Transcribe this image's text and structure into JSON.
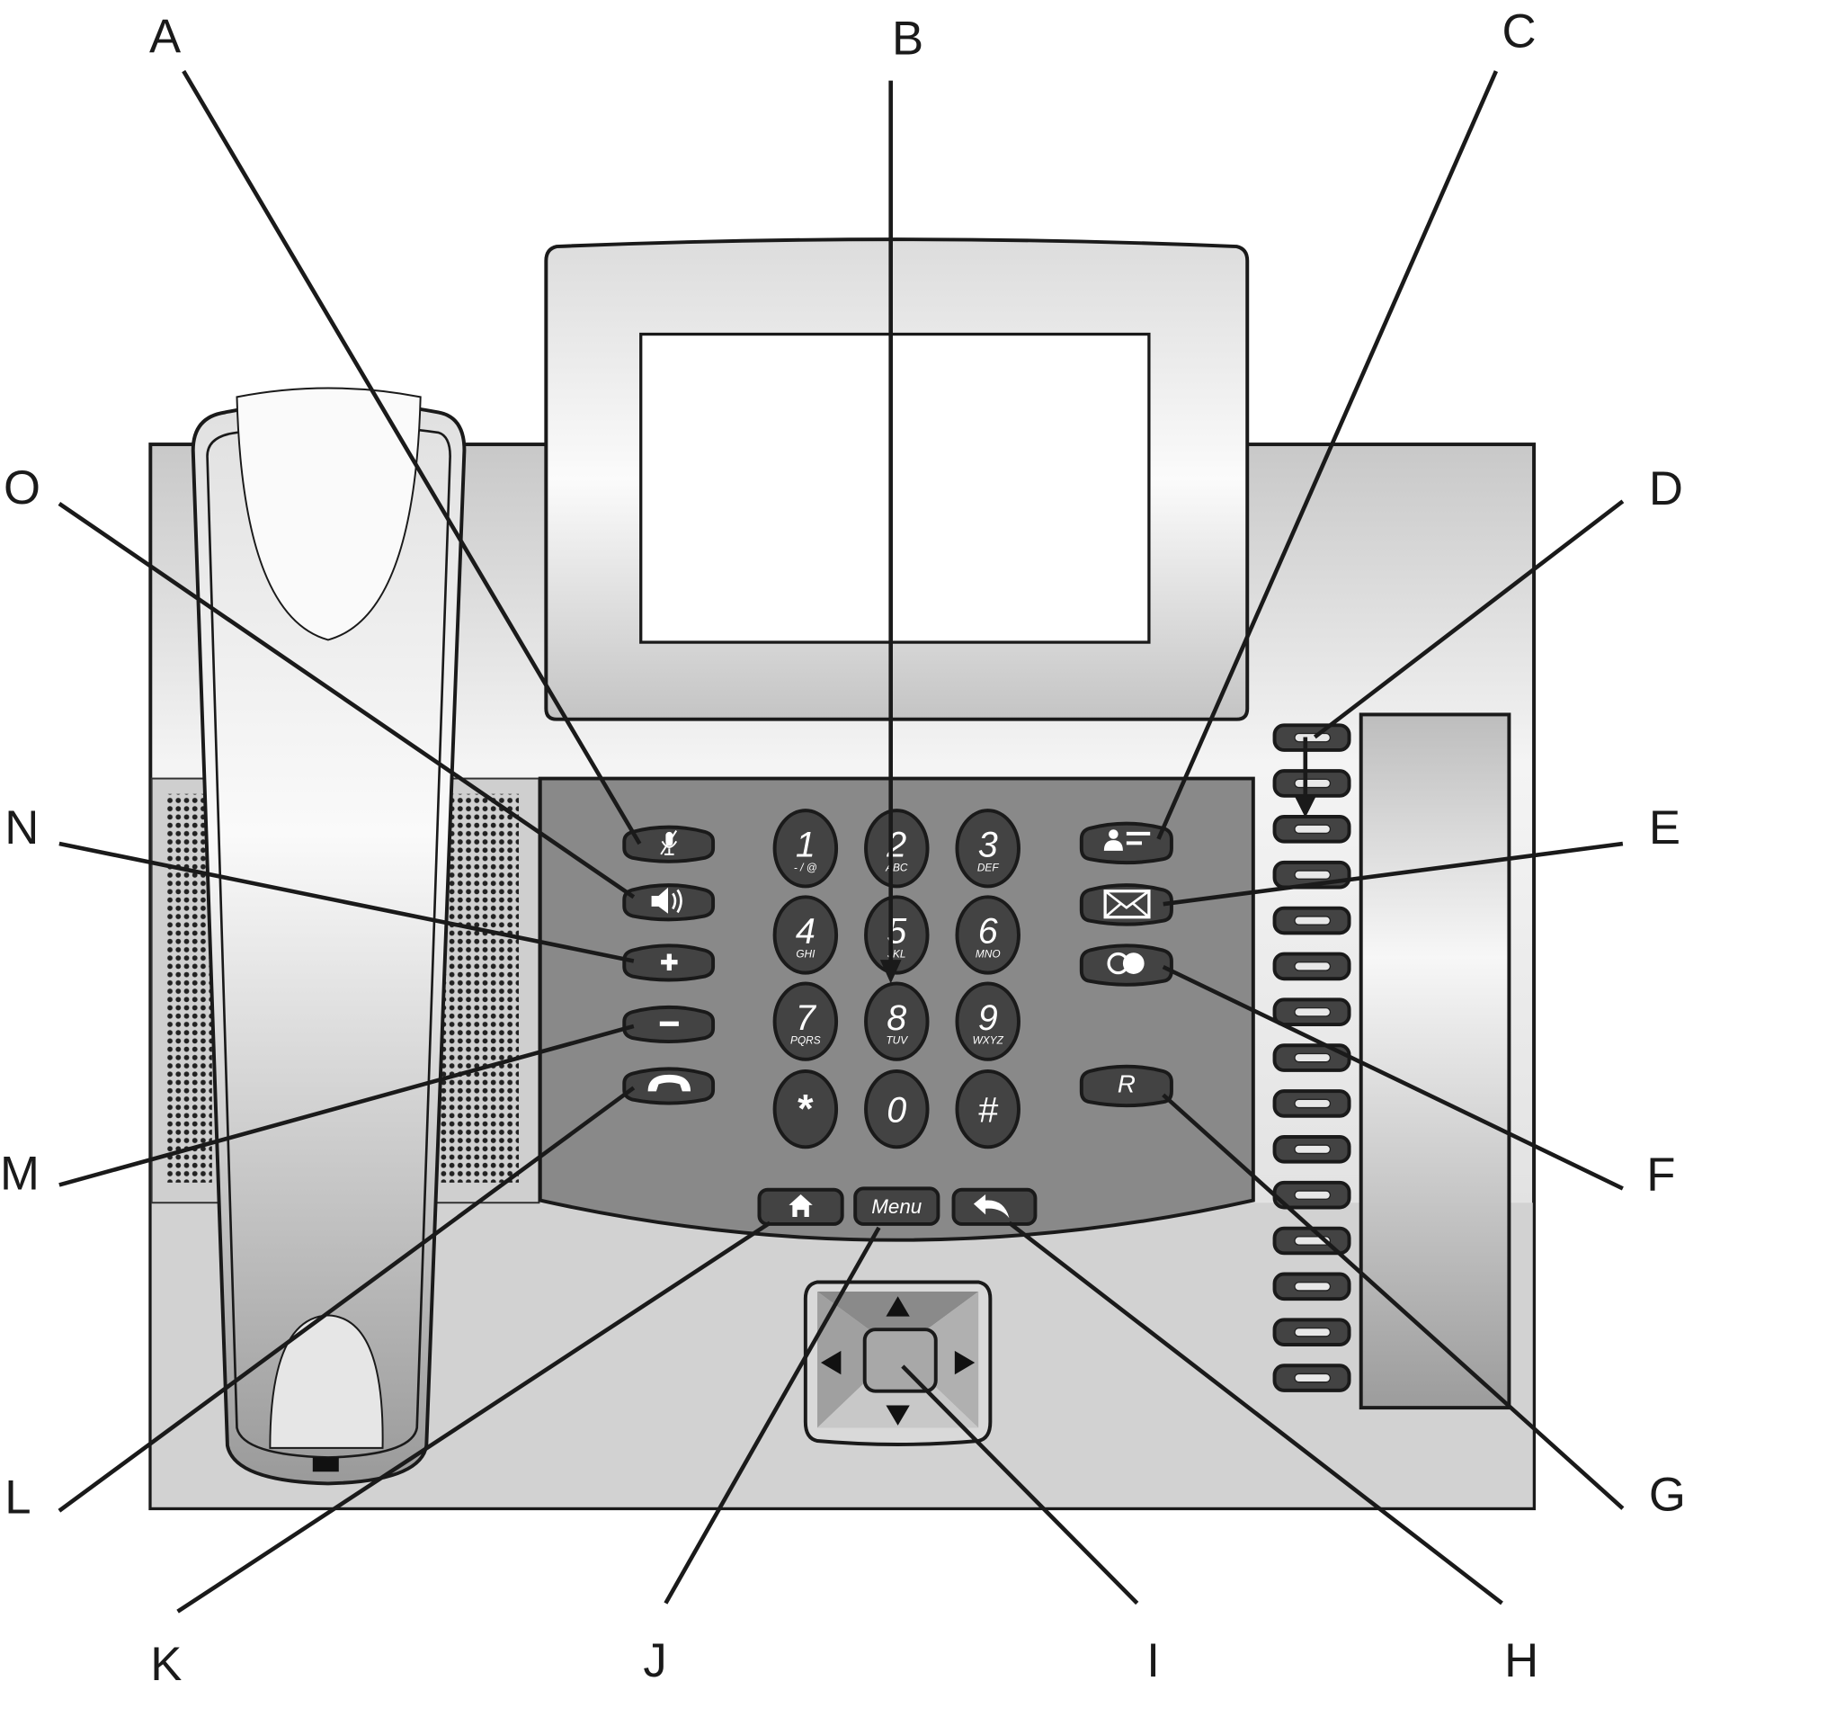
{
  "callouts": [
    {
      "id": "A",
      "text": "A"
    },
    {
      "id": "B",
      "text": "B"
    },
    {
      "id": "C",
      "text": "C"
    },
    {
      "id": "D",
      "text": "D"
    },
    {
      "id": "E",
      "text": "E"
    },
    {
      "id": "F",
      "text": "F"
    },
    {
      "id": "G",
      "text": "G"
    },
    {
      "id": "H",
      "text": "H"
    },
    {
      "id": "I",
      "text": "I"
    },
    {
      "id": "J",
      "text": "J"
    },
    {
      "id": "K",
      "text": "K"
    },
    {
      "id": "L",
      "text": "L"
    },
    {
      "id": "M",
      "text": "M"
    },
    {
      "id": "N",
      "text": "N"
    },
    {
      "id": "O",
      "text": "O"
    }
  ],
  "keypad": [
    {
      "digit": "1",
      "letters": "- / @"
    },
    {
      "digit": "2",
      "letters": "ABC"
    },
    {
      "digit": "3",
      "letters": "DEF"
    },
    {
      "digit": "4",
      "letters": "GHI"
    },
    {
      "digit": "5",
      "letters": "JKL"
    },
    {
      "digit": "6",
      "letters": "MNO"
    },
    {
      "digit": "7",
      "letters": "PQRS"
    },
    {
      "digit": "8",
      "letters": "TUV"
    },
    {
      "digit": "9",
      "letters": "WXYZ"
    },
    {
      "digit": "*",
      "letters": ""
    },
    {
      "digit": "0",
      "letters": ""
    },
    {
      "digit": "#",
      "letters": ""
    }
  ],
  "left_buttons": [
    "microphone-mute",
    "speaker",
    "volume-plus",
    "volume-minus",
    "end-call"
  ],
  "right_buttons": {
    "contacts": "contacts",
    "messages": "envelope",
    "conference": "conference",
    "recall": "R"
  },
  "bottom_buttons": {
    "home": "home",
    "menu": "Menu",
    "back": "back"
  },
  "function_key_count": 15,
  "colors": {
    "panel": "#898989",
    "key": "#434343",
    "body": "#d4d4d4",
    "outline": "#1a1a1a"
  }
}
